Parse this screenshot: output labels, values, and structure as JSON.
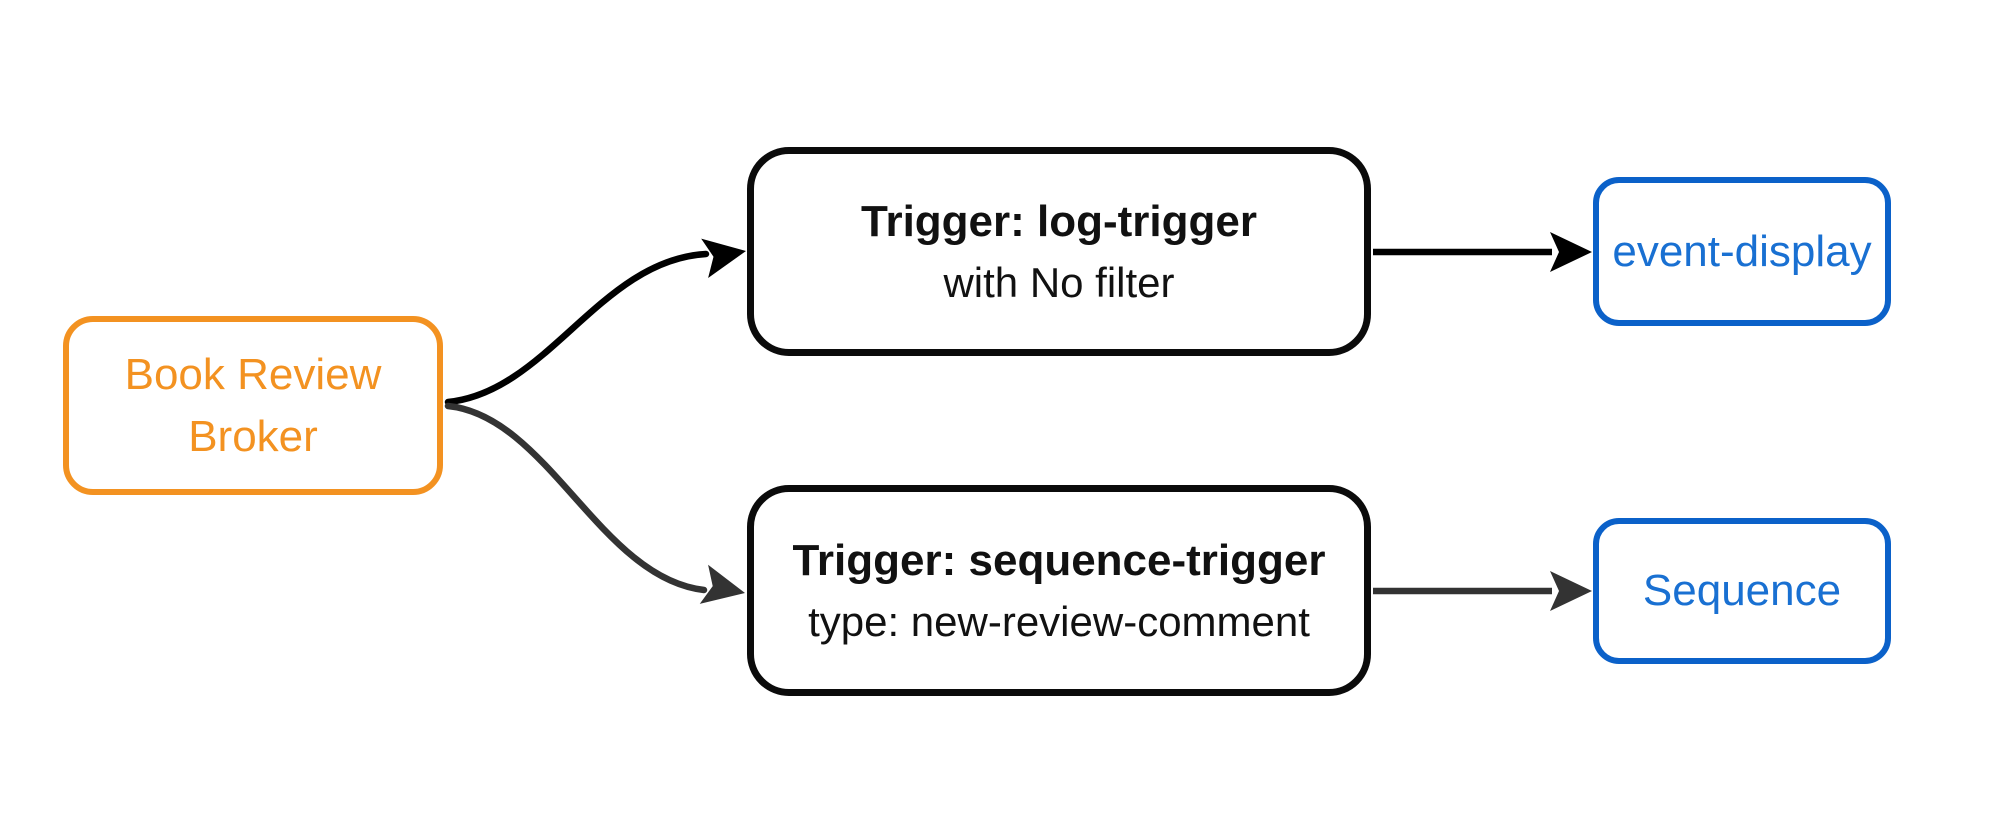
{
  "diagram": {
    "background_color": "#ffffff",
    "nodes": {
      "broker": {
        "lines": [
          "Book Review",
          "Broker"
        ],
        "border_color": "#F39221",
        "text_color": "#F39221"
      },
      "trigger_log": {
        "title": "Trigger: log-trigger",
        "subtitle": "with No filter",
        "border_color": "#0b0b0b",
        "text_color": "#111111"
      },
      "trigger_sequence": {
        "title": "Trigger: sequence-trigger",
        "subtitle": "type: new-review-comment",
        "border_color": "#0b0b0b",
        "text_color": "#111111"
      },
      "event_display": {
        "label": "event-display",
        "border_color": "#0B61C9",
        "text_color": "#1970D2"
      },
      "sequence": {
        "label": "Sequence",
        "border_color": "#0B61C9",
        "text_color": "#1970D2"
      }
    },
    "edges": [
      {
        "name": "broker-to-log-trigger",
        "color": "#000000"
      },
      {
        "name": "broker-to-sequence-trigger",
        "color": "#333333"
      },
      {
        "name": "log-trigger-to-event-display",
        "color": "#000000"
      },
      {
        "name": "sequence-trigger-to-sequence",
        "color": "#333333"
      }
    ]
  }
}
